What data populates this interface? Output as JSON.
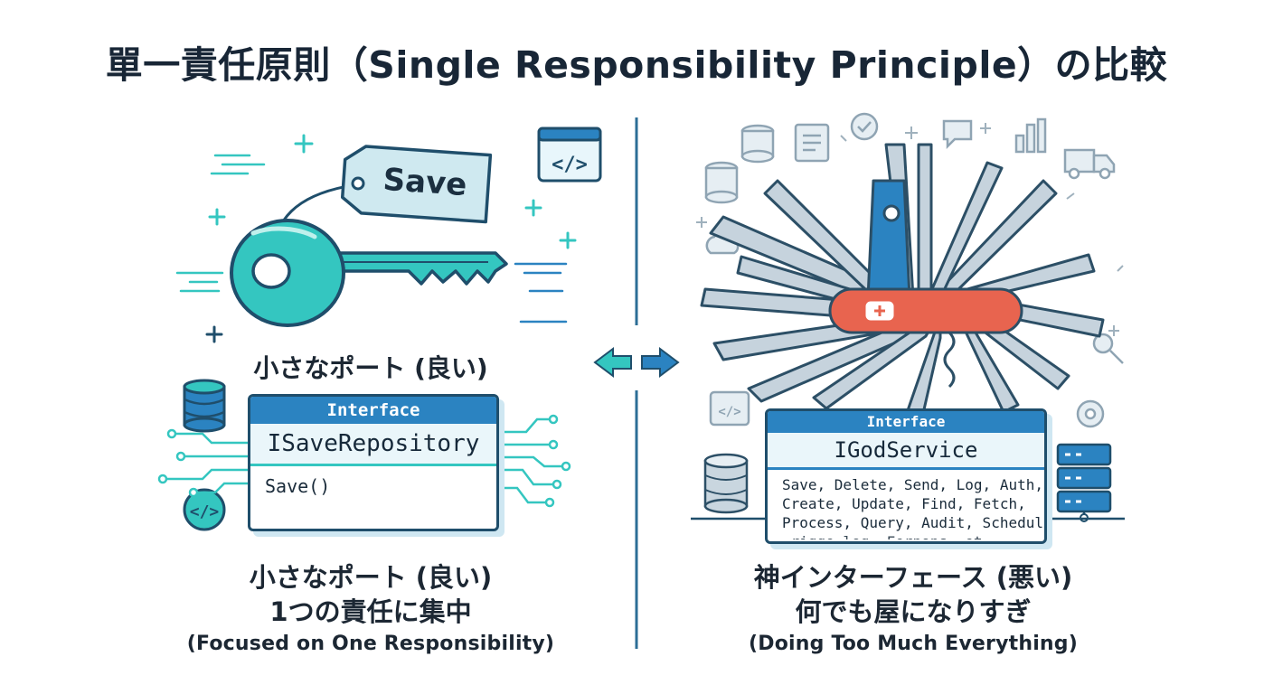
{
  "title": "單一責任原則（Single Responsibility Principle）の比較",
  "left": {
    "key_tag": "Save",
    "label": "小さなポート (良い)",
    "interface": {
      "stereotype": "Interface",
      "name": "ISaveRepository",
      "methods": "Save()"
    },
    "caption_line1": "小さなポート (良い)",
    "caption_line2": "1つの責任に集中",
    "caption_line3": "(Focused on One Responsibility)"
  },
  "right": {
    "interface": {
      "stereotype": "Interface",
      "name": "IGodService",
      "methods": [
        "Save, Delete, Send, Log, Auth,",
        "Create, Update, Find, Fetch,",
        "Process, Query, Audit, Schedul",
        "…rigge log, Fernons, et…"
      ]
    },
    "caption_line1": "神インターフェース (悪い)",
    "caption_line2": "何でも屋になりすぎ",
    "caption_line3": "(Doing Too Much Everything)"
  },
  "code_icon_text": "</>",
  "colors": {
    "teal": "#34c6c0",
    "navy": "#1f4e6b",
    "blue": "#2b83c1",
    "knife_red": "#e8644f",
    "light": "#cfe7f2"
  }
}
